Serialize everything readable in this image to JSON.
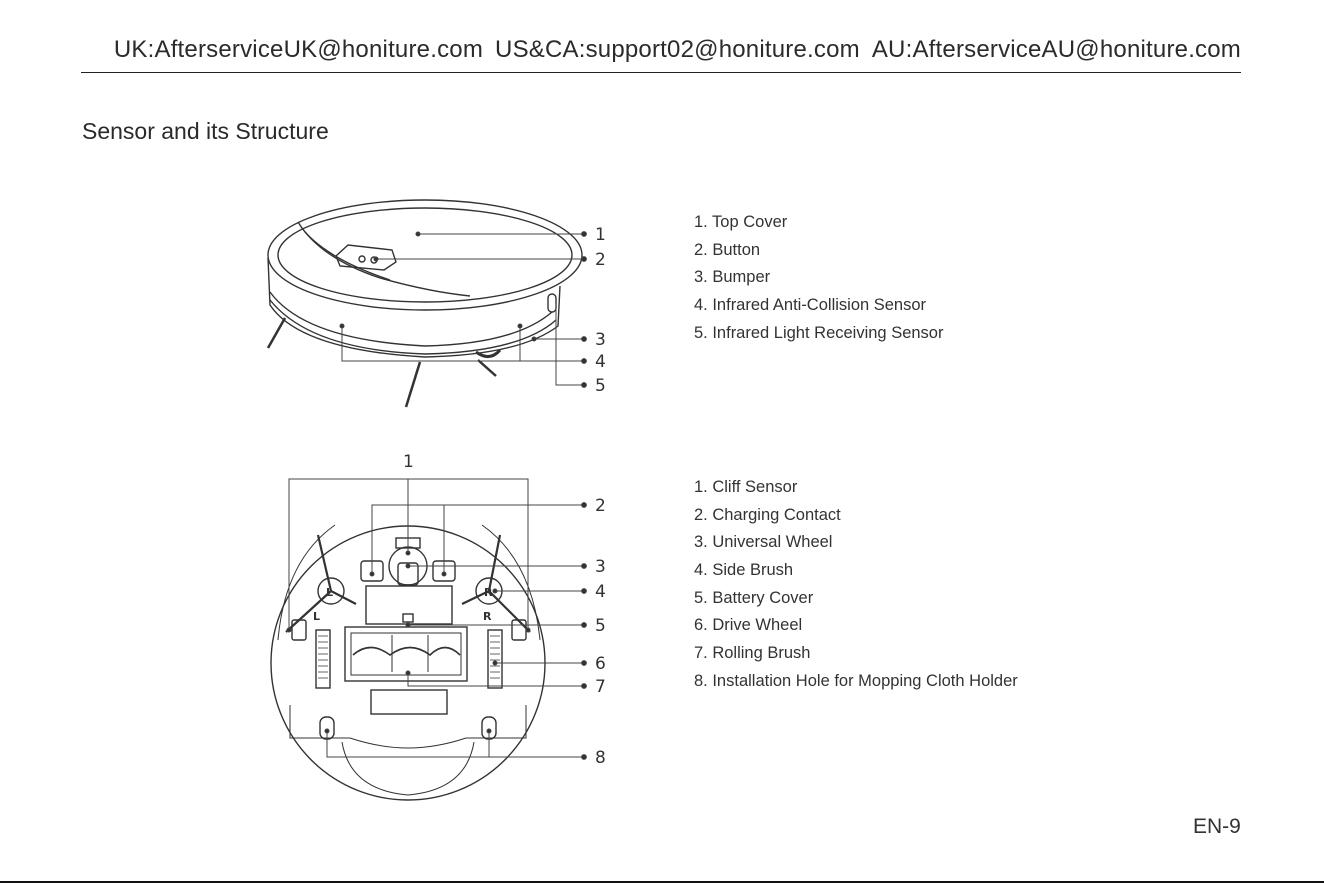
{
  "header": {
    "uk": "UK:AfterserviceUK@honiture.com",
    "us": "US&CA:support02@honiture.com",
    "au": "AU:AfterserviceAU@honiture.com"
  },
  "section_title": "Sensor and its Structure",
  "top_figure": {
    "callouts": [
      "1",
      "2",
      "3",
      "4",
      "5"
    ],
    "legend": [
      "1. Top Cover",
      "2. Button",
      "3. Bumper",
      "4. Infrared Anti-Collision Sensor",
      "5. Infrared Light Receiving Sensor"
    ]
  },
  "bottom_figure": {
    "callouts": [
      "1",
      "2",
      "3",
      "4",
      "5",
      "6",
      "7",
      "8"
    ],
    "wheel_labels": {
      "left": "L",
      "right": "R"
    },
    "legend": [
      "1. Cliff Sensor",
      "2. Charging Contact",
      "3. Universal Wheel",
      "4. Side Brush",
      "5. Battery Cover",
      "6. Drive Wheel",
      "7. Rolling Brush",
      "8. Installation Hole for Mopping Cloth Holder"
    ]
  },
  "page_number": "EN-9"
}
